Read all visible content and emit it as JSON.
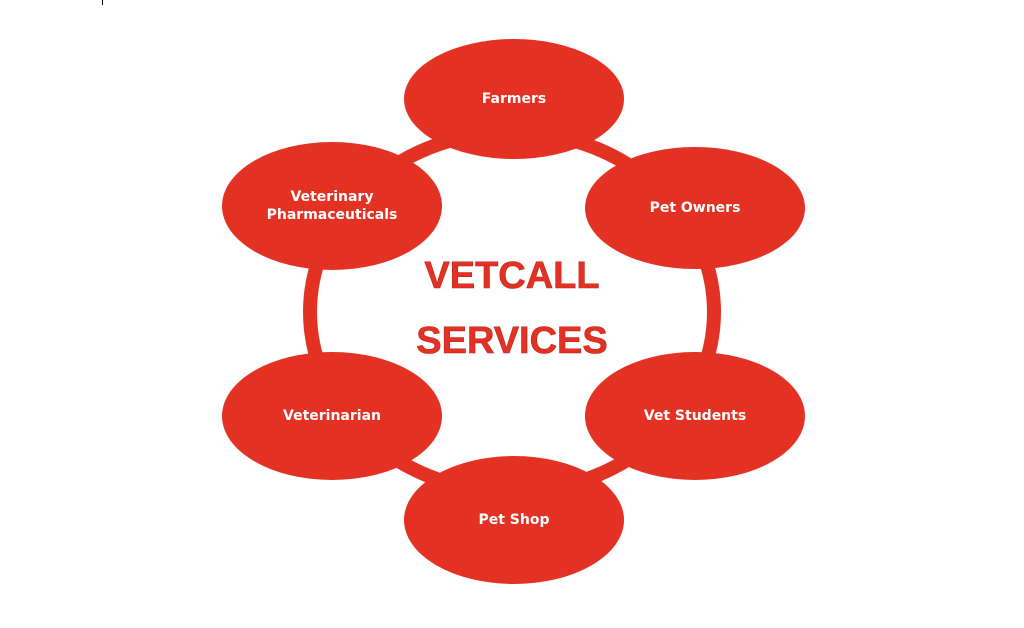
{
  "diagram": {
    "center": {
      "line1": "VETCALL",
      "line2": "SERVICES"
    },
    "nodes": [
      {
        "id": "farmers",
        "lines": [
          "Farmers"
        ]
      },
      {
        "id": "pet-owners",
        "lines": [
          "Pet Owners"
        ]
      },
      {
        "id": "vet-students",
        "lines": [
          "Vet Students"
        ]
      },
      {
        "id": "pet-shop",
        "lines": [
          "Pet Shop"
        ]
      },
      {
        "id": "veterinarian",
        "lines": [
          "Veterinarian"
        ]
      },
      {
        "id": "veterinary-pharmaceuticals",
        "lines": [
          "Veterinary",
          "Pharmaceuticals"
        ]
      }
    ]
  },
  "colors": {
    "accent": "#e33224",
    "ring": "#e33224",
    "node_text": "#ffffff"
  }
}
